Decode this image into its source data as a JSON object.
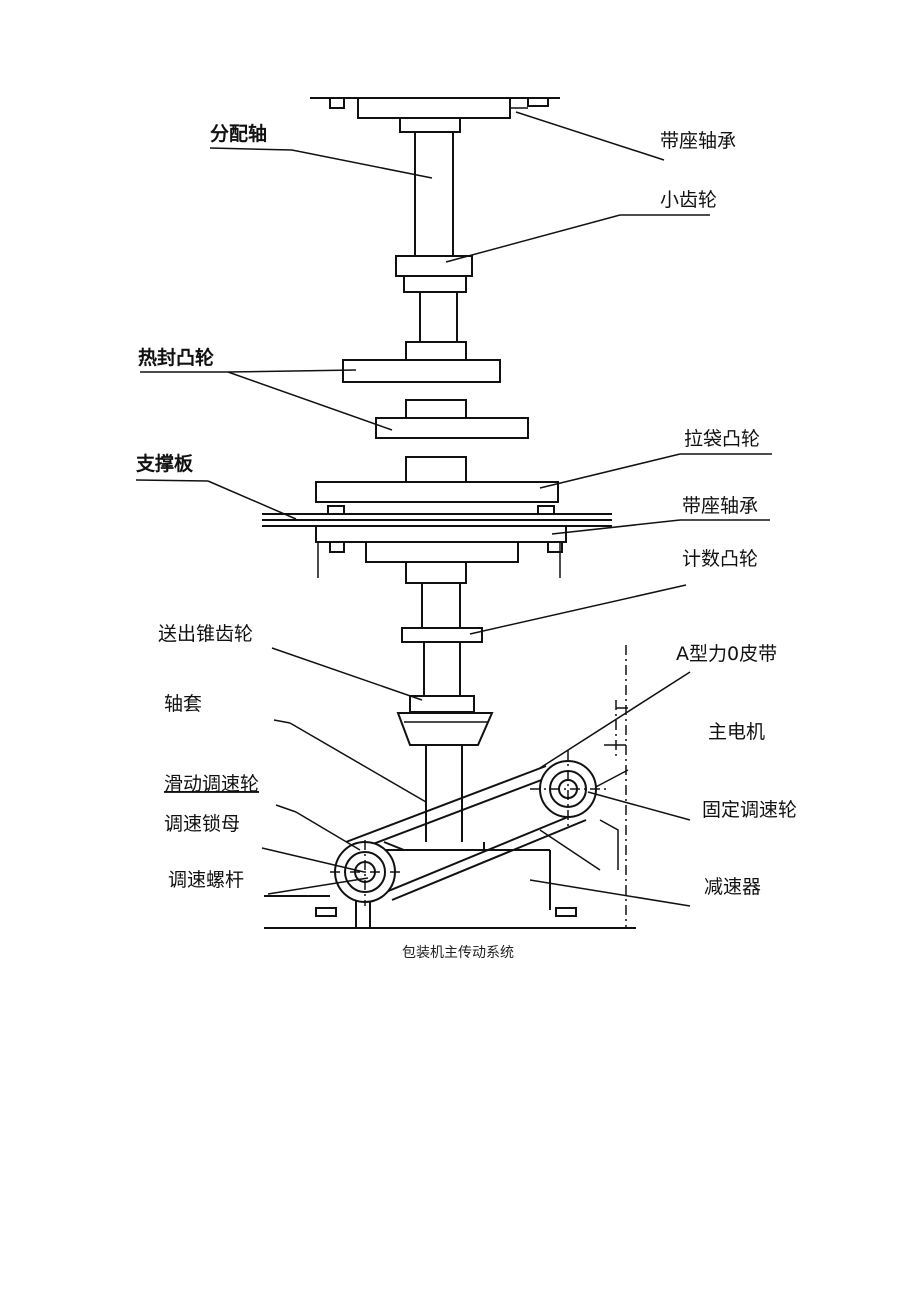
{
  "labels": {
    "distribution_shaft": "分配轴",
    "bearing_top": "带座轴承",
    "small_gear": "小齿轮",
    "heat_seal_cam": "热封凸轮",
    "bag_pull_cam": "拉袋凸轮",
    "support_plate": "支撑板",
    "bearing_mid": "带座轴承",
    "counting_cam": "计数凸轮",
    "output_bevel_gear": "送出锥齿轮",
    "v_belt": "A型力0皮带",
    "shaft_sleeve": "轴套",
    "main_motor": "主电机",
    "sliding_speed_wheel": "滑动调速轮",
    "fixed_speed_wheel": "固定调速轮",
    "speed_lock_nut": "调速锁母",
    "speed_screw": "调速螺杆",
    "reducer": "减速器"
  },
  "caption": "包装机主传动系统"
}
